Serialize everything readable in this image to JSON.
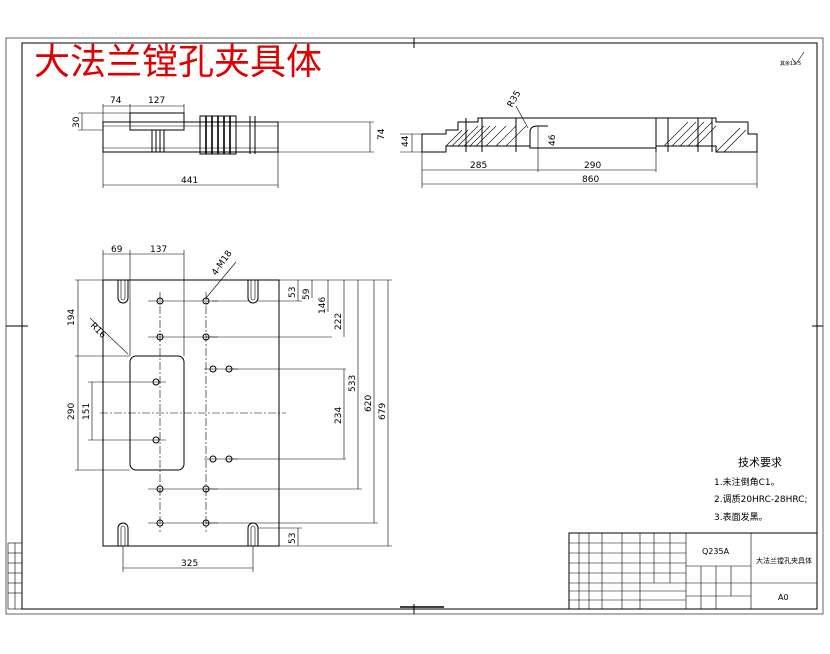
{
  "title": "大法兰镗孔夹具体",
  "roughness": "其余12.5",
  "top_view_dims": {
    "d74": "74",
    "d127": "127",
    "d30": "30",
    "d441": "441",
    "d74_height": "74"
  },
  "section_view_dims": {
    "r35": "R35",
    "d44": "44",
    "d46": "46",
    "d285": "285",
    "d290": "290",
    "d860": "860"
  },
  "plan_view_dims": {
    "d69": "69",
    "d137": "137",
    "m18": "4-M18",
    "d194": "194",
    "r16": "R16",
    "d290": "290",
    "d151": "151",
    "d325": "325",
    "d53_top": "53",
    "d59": "59",
    "d146": "146",
    "d222": "222",
    "d234": "234",
    "d533": "533",
    "d620": "620",
    "d679": "679",
    "d53_bottom": "53"
  },
  "tech_requirements": {
    "heading": "技术要求",
    "items": [
      "1.未注倒角C1。",
      "2.调质20HRC-28HRC;",
      "3.表面发黑。"
    ]
  },
  "title_block": {
    "material": "Q235A",
    "part_name": "大法兰镗孔夹具体",
    "sheet_size": "A0"
  }
}
